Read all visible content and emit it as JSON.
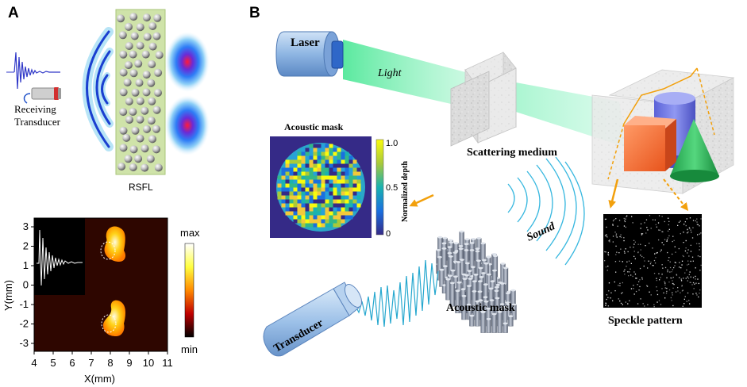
{
  "panel_a": {
    "label": "A",
    "receiving_transducer": [
      "Receiving",
      "Transducer"
    ],
    "rsfl_label": "RSFL",
    "colorbar_max": "max",
    "colorbar_min": "min",
    "x_axis_label": "X(mm)",
    "y_axis_label": "Y(mm)",
    "x_ticks": [
      "4",
      "5",
      "6",
      "7",
      "8",
      "9",
      "10",
      "11"
    ],
    "y_ticks": [
      "3",
      "2",
      "1",
      "0",
      "-1",
      "-2",
      "-3"
    ]
  },
  "panel_b": {
    "label": "B",
    "laser_label": "Laser",
    "light_label": "Light",
    "scattering_medium_label": "Scattering medium",
    "acoustic_mask_inset_title": "Acoustic mask",
    "colorbar_label": "Normalized depth",
    "colorbar_ticks": [
      "1.0",
      "0.5",
      "0"
    ],
    "sound_label": "Sound",
    "acoustic_mask_label": "Acoustic mask",
    "transducer_label": "Transducer",
    "speckle_label": "Speckle pattern"
  }
}
